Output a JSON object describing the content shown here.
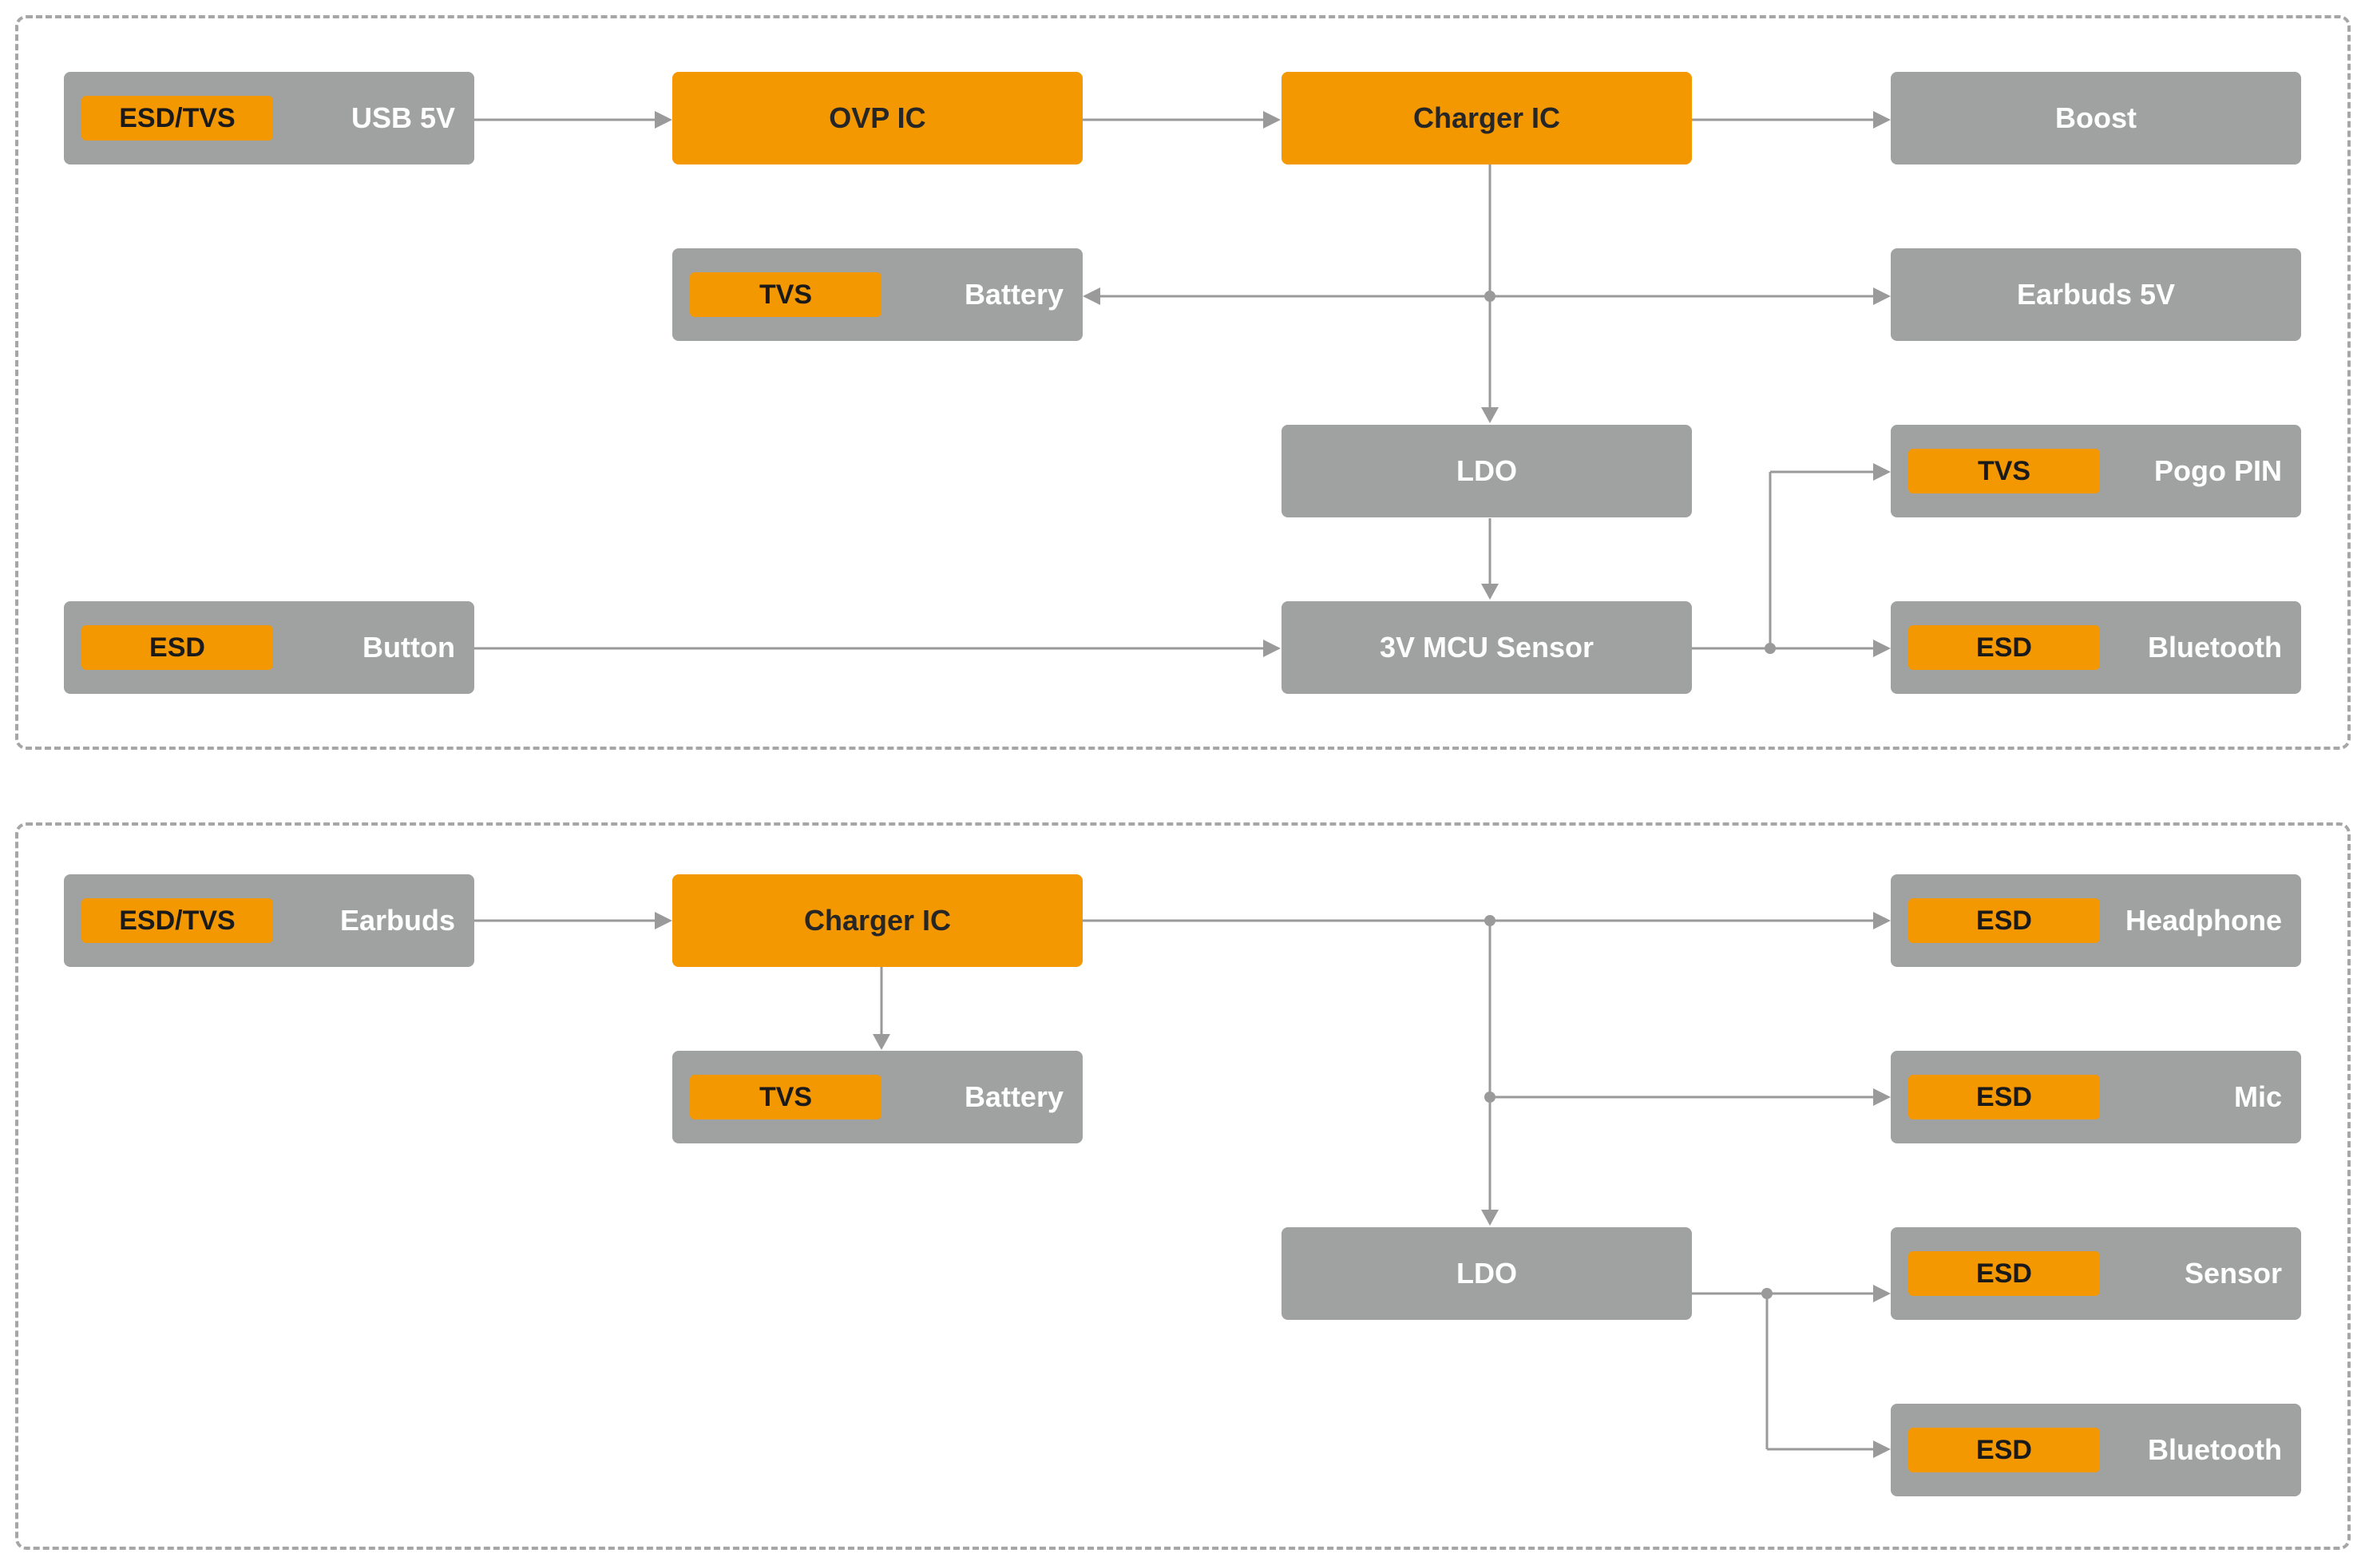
{
  "colors": {
    "block_gray": "#a0a1a1",
    "block_accent": "#f39800",
    "connector": "#9a9a9a",
    "panel_border": "#a6a6a6"
  },
  "top_panel": {
    "usb": {
      "label": "USB 5V",
      "tag": "ESD/TVS"
    },
    "ovp": {
      "label": "OVP IC"
    },
    "charger": {
      "label": "Charger IC"
    },
    "boost": {
      "label": "Boost"
    },
    "battery": {
      "label": "Battery",
      "tag": "TVS"
    },
    "earbuds5v": {
      "label": "Earbuds 5V"
    },
    "ldo": {
      "label": "LDO"
    },
    "pogo": {
      "label": "Pogo PIN",
      "tag": "TVS"
    },
    "button": {
      "label": "Button",
      "tag": "ESD"
    },
    "mcu": {
      "label": "3V MCU Sensor"
    },
    "bluetooth": {
      "label": "Bluetooth",
      "tag": "ESD"
    }
  },
  "bottom_panel": {
    "earbuds": {
      "label": "Earbuds",
      "tag": "ESD/TVS"
    },
    "charger": {
      "label": "Charger IC"
    },
    "battery": {
      "label": "Battery",
      "tag": "TVS"
    },
    "headphone": {
      "label": "Headphone",
      "tag": "ESD"
    },
    "mic": {
      "label": "Mic",
      "tag": "ESD"
    },
    "ldo": {
      "label": "LDO"
    },
    "sensor": {
      "label": "Sensor",
      "tag": "ESD"
    },
    "bluetooth": {
      "label": "Bluetooth",
      "tag": "ESD"
    }
  }
}
